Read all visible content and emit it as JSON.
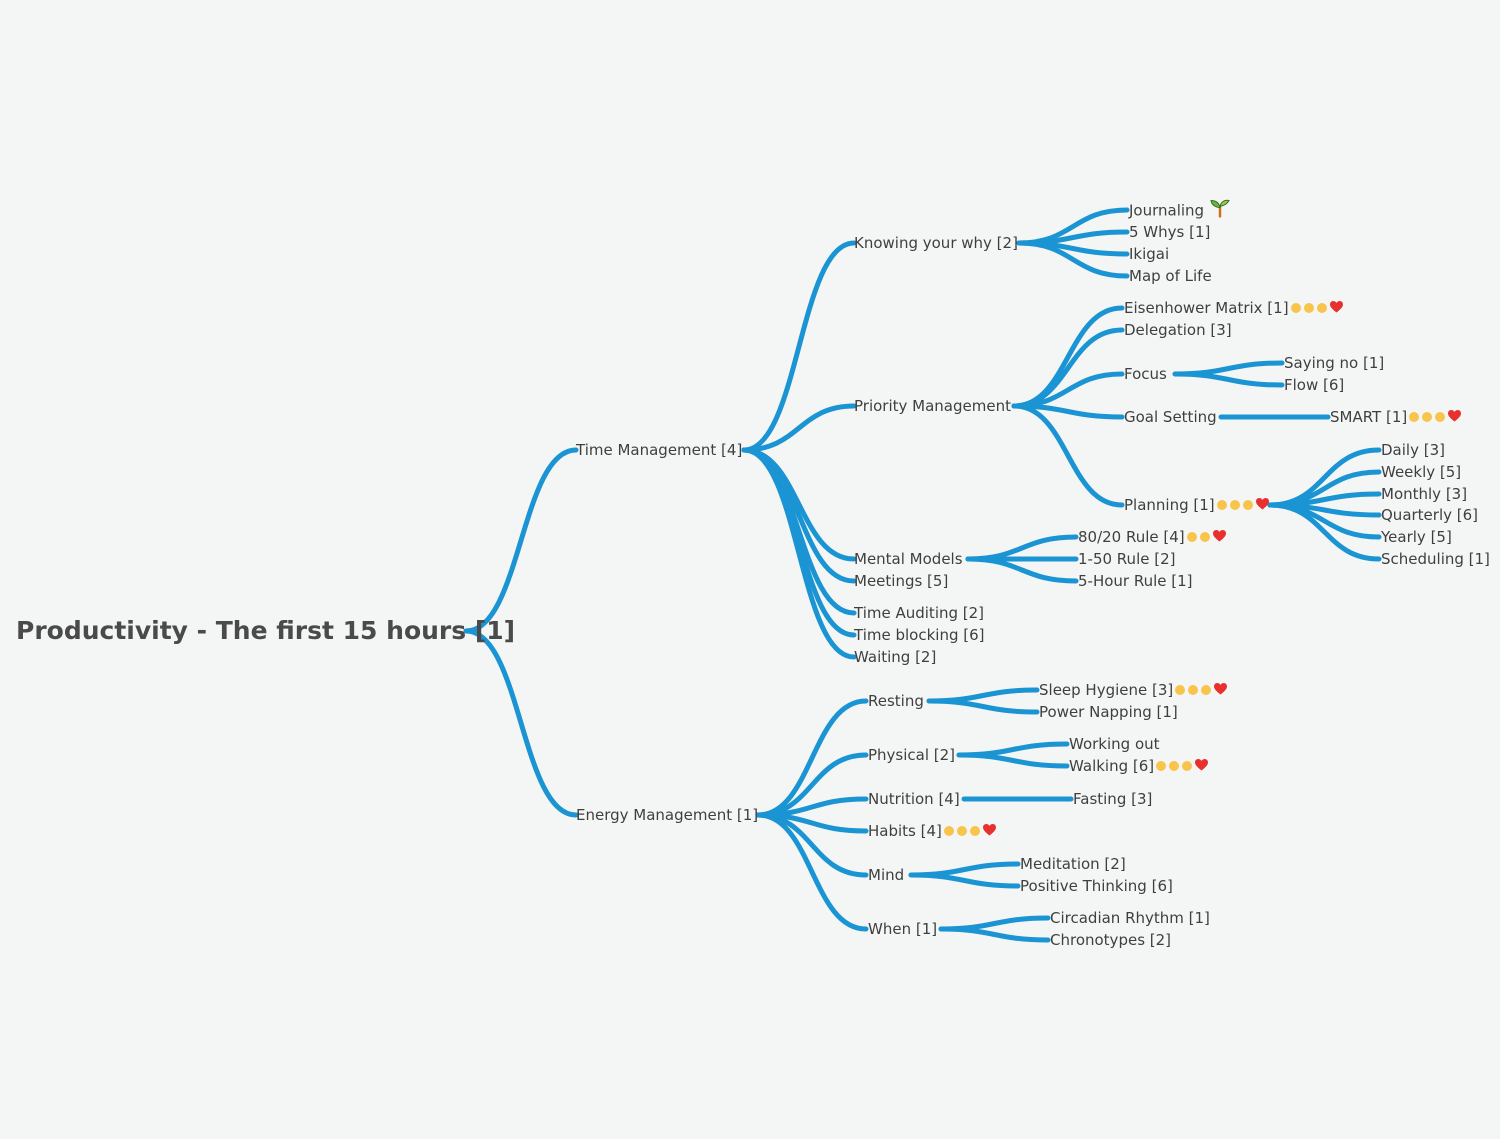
{
  "colors": {
    "branch": "#1b94d3",
    "text": "#3f3f3f",
    "dot": "#f8c44b",
    "heart": "#e8312f",
    "background": "#f4f6f5"
  },
  "root": {
    "label": "Productivity - The first 15 hours [1]"
  },
  "time_management": {
    "label": "Time Management [4]",
    "knowing_why": {
      "label": "Knowing your why [2]",
      "items": [
        "Journaling",
        "5 Whys [1]",
        "Ikigai",
        "Map of Life"
      ],
      "journaling_icon": "sprout-icon"
    },
    "priority": {
      "label": "Priority Management",
      "eisenhower": "Eisenhower Matrix [1]",
      "delegation": "Delegation [3]",
      "focus": {
        "label": "Focus",
        "items": [
          "Saying no [1]",
          "Flow [6]"
        ]
      },
      "goal_setting": {
        "label": "Goal Setting",
        "smart": "SMART [1]"
      },
      "planning": {
        "label": "Planning [1]",
        "items": [
          "Daily [3]",
          "Weekly [5]",
          "Monthly [3]",
          "Quarterly [6]",
          "Yearly [5]",
          "Scheduling [1]"
        ]
      }
    },
    "mental_models": {
      "label": "Mental Models",
      "items": [
        "80/20 Rule [4]",
        "1-50 Rule [2]",
        "5-Hour Rule [1]"
      ]
    },
    "meetings": "Meetings [5]",
    "time_auditing": "Time Auditing [2]",
    "time_blocking": "Time blocking [6]",
    "waiting": "Waiting [2]"
  },
  "energy_management": {
    "label": "Energy Management [1]",
    "resting": {
      "label": "Resting",
      "items": [
        "Sleep Hygiene [3]",
        "Power Napping [1]"
      ]
    },
    "physical": {
      "label": "Physical [2]",
      "items": [
        "Working out",
        "Walking [6]"
      ]
    },
    "nutrition": {
      "label": "Nutrition [4]",
      "items": [
        "Fasting [3]"
      ]
    },
    "habits": "Habits [4]",
    "mind": {
      "label": "Mind",
      "items": [
        "Meditation [2]",
        "Positive Thinking [6]"
      ]
    },
    "when": {
      "label": "When [1]",
      "items": [
        "Circadian Rhythm [1]",
        "Chronotypes [2]"
      ]
    }
  },
  "ratings": {
    "eisenhower": {
      "dots": 3,
      "heart": true
    },
    "smart": {
      "dots": 3,
      "heart": true
    },
    "planning": {
      "dots": 3,
      "heart": true
    },
    "rule_80_20": {
      "dots": 2,
      "heart": true
    },
    "sleep_hygiene": {
      "dots": 3,
      "heart": true
    },
    "walking": {
      "dots": 3,
      "heart": true
    },
    "habits": {
      "dots": 3,
      "heart": true
    }
  }
}
